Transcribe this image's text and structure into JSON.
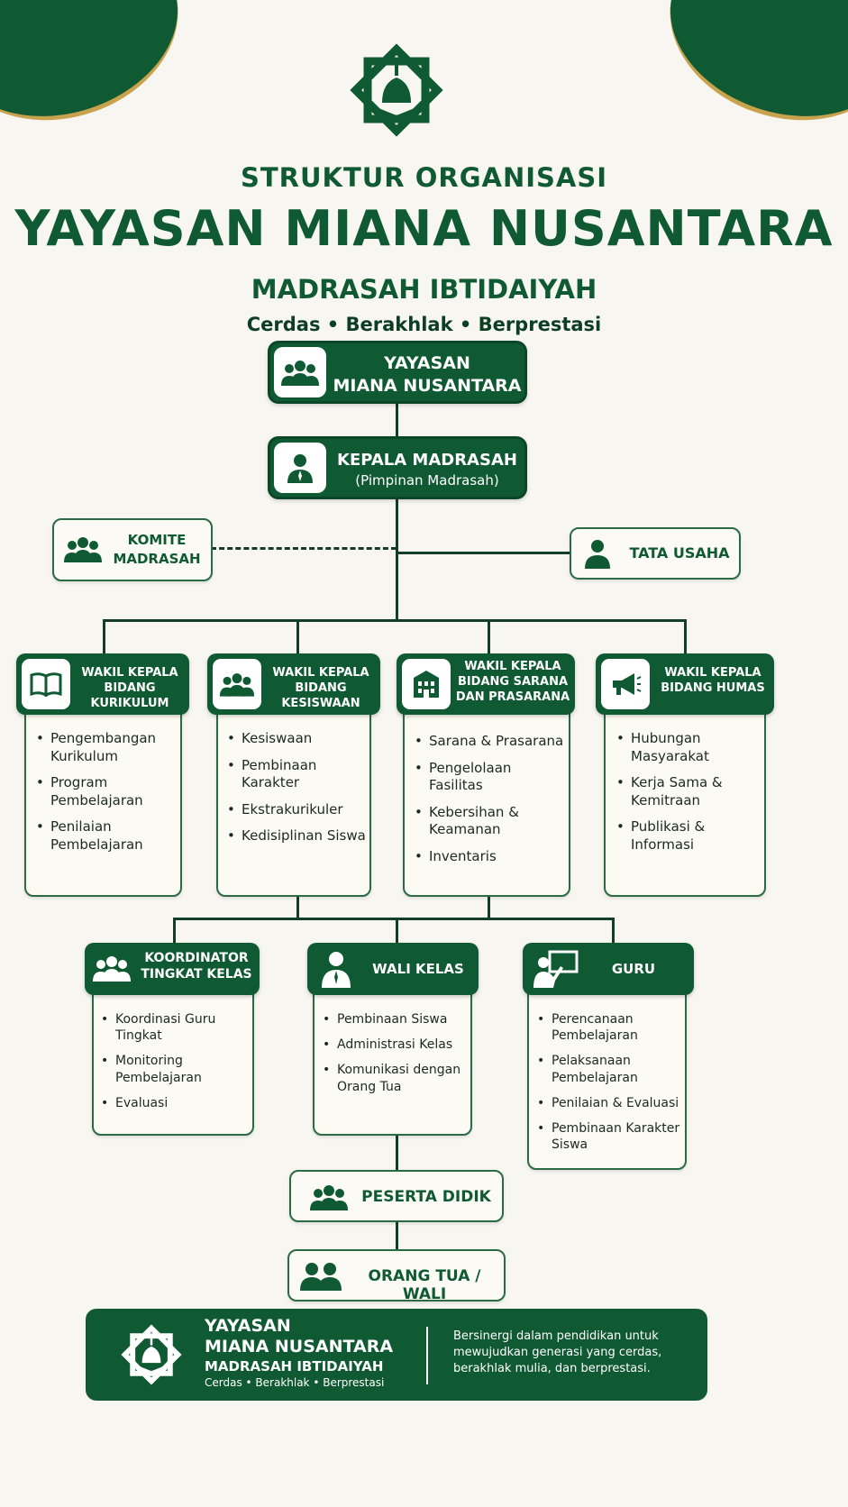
{
  "header": {
    "subtitle_top": "STRUKTUR ORGANISASI",
    "title": "YAYASAN MIANA NUSANTARA",
    "subtitle_bottom": "MADRASAH IBTIDAIYAH",
    "tagline": "Cerdas • Berakhlak • Berprestasi"
  },
  "nodes": {
    "yayasan": {
      "line1": "YAYASAN",
      "line2": "MIANA NUSANTARA",
      "icon": "group-icon"
    },
    "kepala": {
      "line1": "KEPALA MADRASAH",
      "line2": "(Pimpinan Madrasah)",
      "icon": "person-icon"
    },
    "komite": {
      "line1": "KOMITE",
      "line2": "MADRASAH",
      "icon": "group-icon"
    },
    "tata_usaha": {
      "label": "TATA USAHA",
      "icon": "person-icon"
    },
    "peserta_didik": {
      "label": "PESERTA DIDIK",
      "icon": "group-icon"
    },
    "orang_tua": {
      "label": "ORANG TUA / WALI",
      "icon": "parents-icon"
    }
  },
  "wakil": [
    {
      "title1": "WAKIL KEPALA",
      "title2": "BIDANG KURIKULUM",
      "title3": "",
      "icon": "book-icon",
      "items": [
        "Pengembangan Kurikulum",
        "Program Pembelajaran",
        "Penilaian Pembelajaran"
      ]
    },
    {
      "title1": "WAKIL KEPALA",
      "title2": "BIDANG KESISWAAN",
      "title3": "",
      "icon": "group-icon",
      "items": [
        "Kesiswaan",
        "Pembinaan Karakter",
        "Ekstrakurikuler",
        "Kedisiplinan Siswa"
      ]
    },
    {
      "title1": "WAKIL KEPALA",
      "title2": "BIDANG SARANA",
      "title3": "DAN PRASARANA",
      "icon": "building-icon",
      "items": [
        "Sarana & Prasarana",
        "Pengelolaan Fasilitas",
        "Kebersihan & Keamanan",
        "Inventaris"
      ]
    },
    {
      "title1": "WAKIL KEPALA",
      "title2": "BIDANG HUMAS",
      "title3": "",
      "icon": "megaphone-icon",
      "items": [
        "Hubungan Masyarakat",
        "Kerja Sama & Kemitraan",
        "Publikasi & Informasi"
      ]
    }
  ],
  "lower": [
    {
      "title1": "KOORDINATOR",
      "title2": "TINGKAT KELAS",
      "icon": "group-icon",
      "items": [
        "Koordinasi Guru Tingkat",
        "Monitoring Pembelajaran",
        "Evaluasi"
      ]
    },
    {
      "title1": "WALI KELAS",
      "title2": "",
      "icon": "teacher-icon",
      "items": [
        "Pembinaan Siswa",
        "Administrasi Kelas",
        "Komunikasi dengan Orang Tua"
      ]
    },
    {
      "title1": "GURU",
      "title2": "",
      "icon": "board-icon",
      "items": [
        "Perencanaan Pembelajaran",
        "Pelaksanaan Pembelajaran",
        "Penilaian & Evaluasi",
        "Pembinaan Karakter Siswa"
      ]
    }
  ],
  "footer": {
    "line1": "YAYASAN",
    "line2": "MIANA NUSANTARA",
    "line3": "MADRASAH IBTIDAIYAH",
    "tagline": "Cerdas • Berakhlak • Berprestasi",
    "motto": "Bersinergi dalam pendidikan untuk mewujudkan generasi yang cerdas, berakhlak mulia, dan berprestasi."
  },
  "colors": {
    "primary": "#0f5a32",
    "accent": "#c9a24d",
    "background": "#f7f6f1"
  }
}
